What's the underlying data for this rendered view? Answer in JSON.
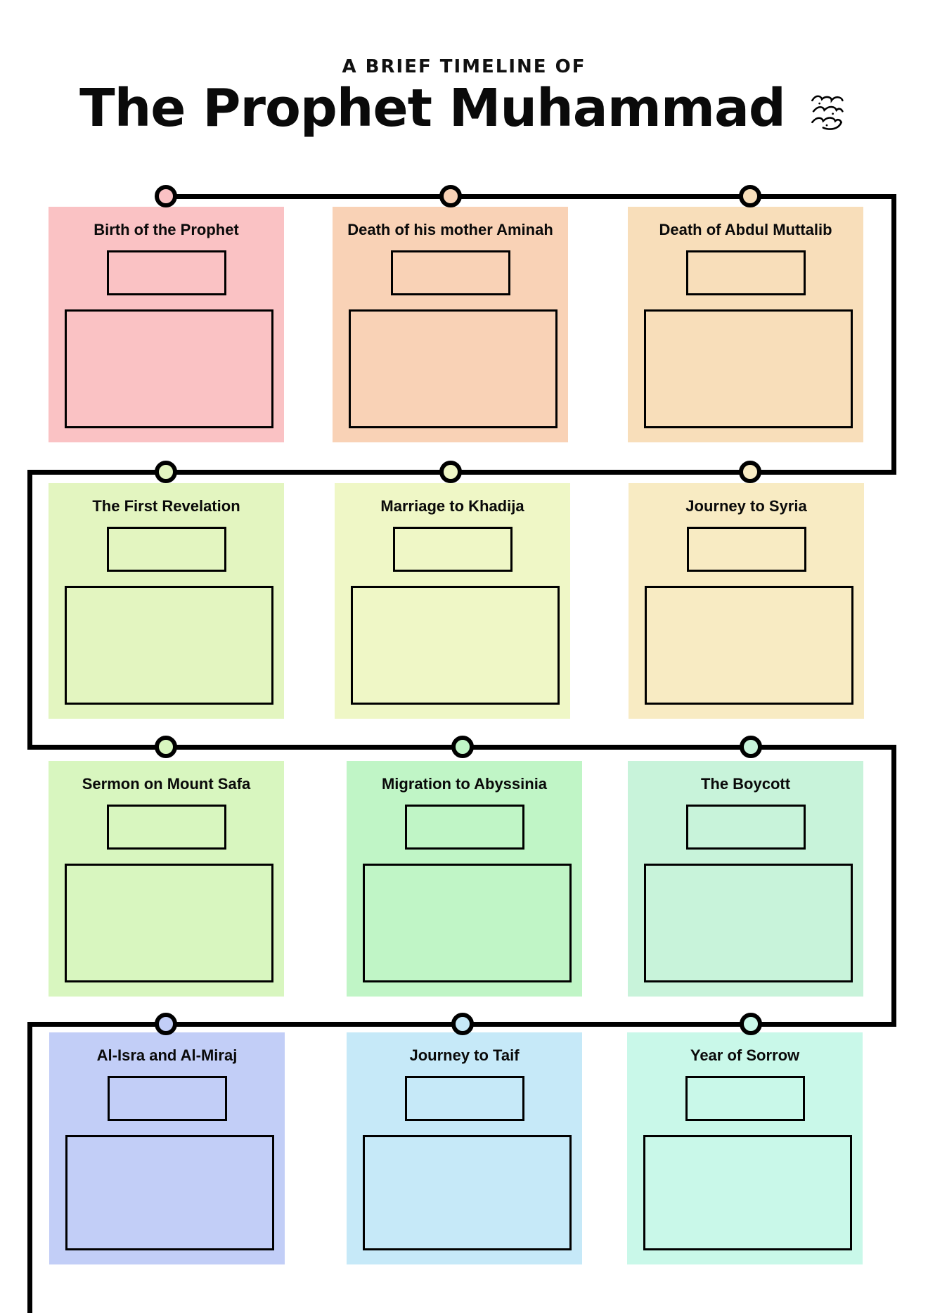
{
  "header": {
    "kicker": "A BRIEF TIMELINE OF",
    "title": "The Prophet Muhammad",
    "honorific": "ﷺ"
  },
  "timeline": {
    "line_color": "#000000",
    "node_border_color": "#000000"
  },
  "cards": [
    {
      "title": "Birth of the Prophet",
      "bg": "#fac2c4"
    },
    {
      "title": "Death of his mother Aminah",
      "bg": "#f9d2b6"
    },
    {
      "title": "Death of Abdul Muttalib",
      "bg": "#f8deba"
    },
    {
      "title": "The First Revelation",
      "bg": "#e3f5c0"
    },
    {
      "title": "Marriage to Khadija",
      "bg": "#eff7c6"
    },
    {
      "title": "Journey to Syria",
      "bg": "#f8ebc3"
    },
    {
      "title": "Sermon on Mount Safa",
      "bg": "#d8f6bf"
    },
    {
      "title": "Migration to Abyssinia",
      "bg": "#c0f5c6"
    },
    {
      "title": "The Boycott",
      "bg": "#c8f3da"
    },
    {
      "title": "Al-Isra and Al-Miraj",
      "bg": "#c2cef7"
    },
    {
      "title": "Journey to Taif",
      "bg": "#c6e9f8"
    },
    {
      "title": "Year of Sorrow",
      "bg": "#c9f8e9"
    }
  ]
}
